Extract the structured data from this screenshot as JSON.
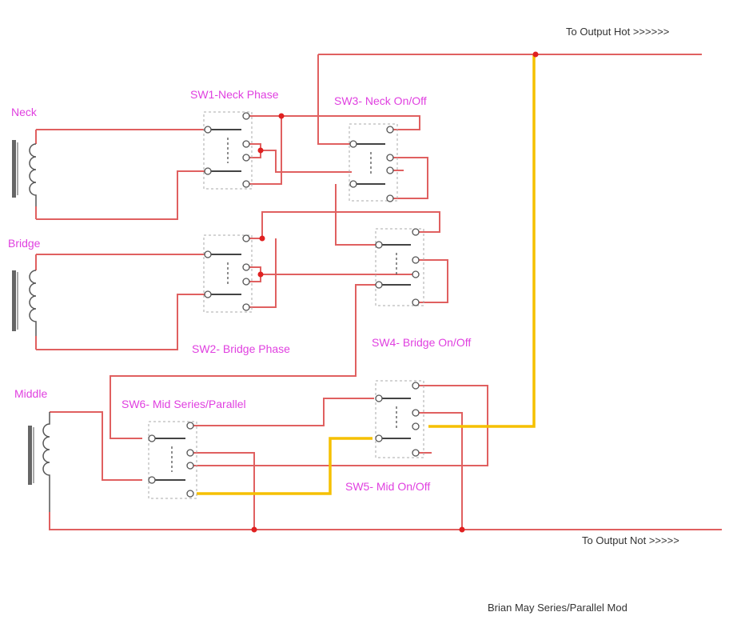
{
  "labels": {
    "output_hot": "To Output Hot  >>>>>>",
    "output_not": "To Output Not  >>>>>",
    "caption": "Brian May Series/Parallel Mod"
  },
  "pickups": {
    "neck": "Neck",
    "bridge": "Bridge",
    "middle": "Middle"
  },
  "switches": {
    "sw1": "SW1-Neck Phase",
    "sw2": "SW2- Bridge Phase",
    "sw3": "SW3- Neck On/Off",
    "sw4": "SW4- Bridge On/Off",
    "sw5": "SW5- Mid On/Off",
    "sw6": "SW6- Mid Series/Parallel"
  },
  "colors": {
    "wire": "#e06060",
    "highlight_wire": "#f5c000",
    "junction": "#e02020",
    "label": "#e040e0",
    "text": "#333333",
    "coil": "#555555"
  }
}
